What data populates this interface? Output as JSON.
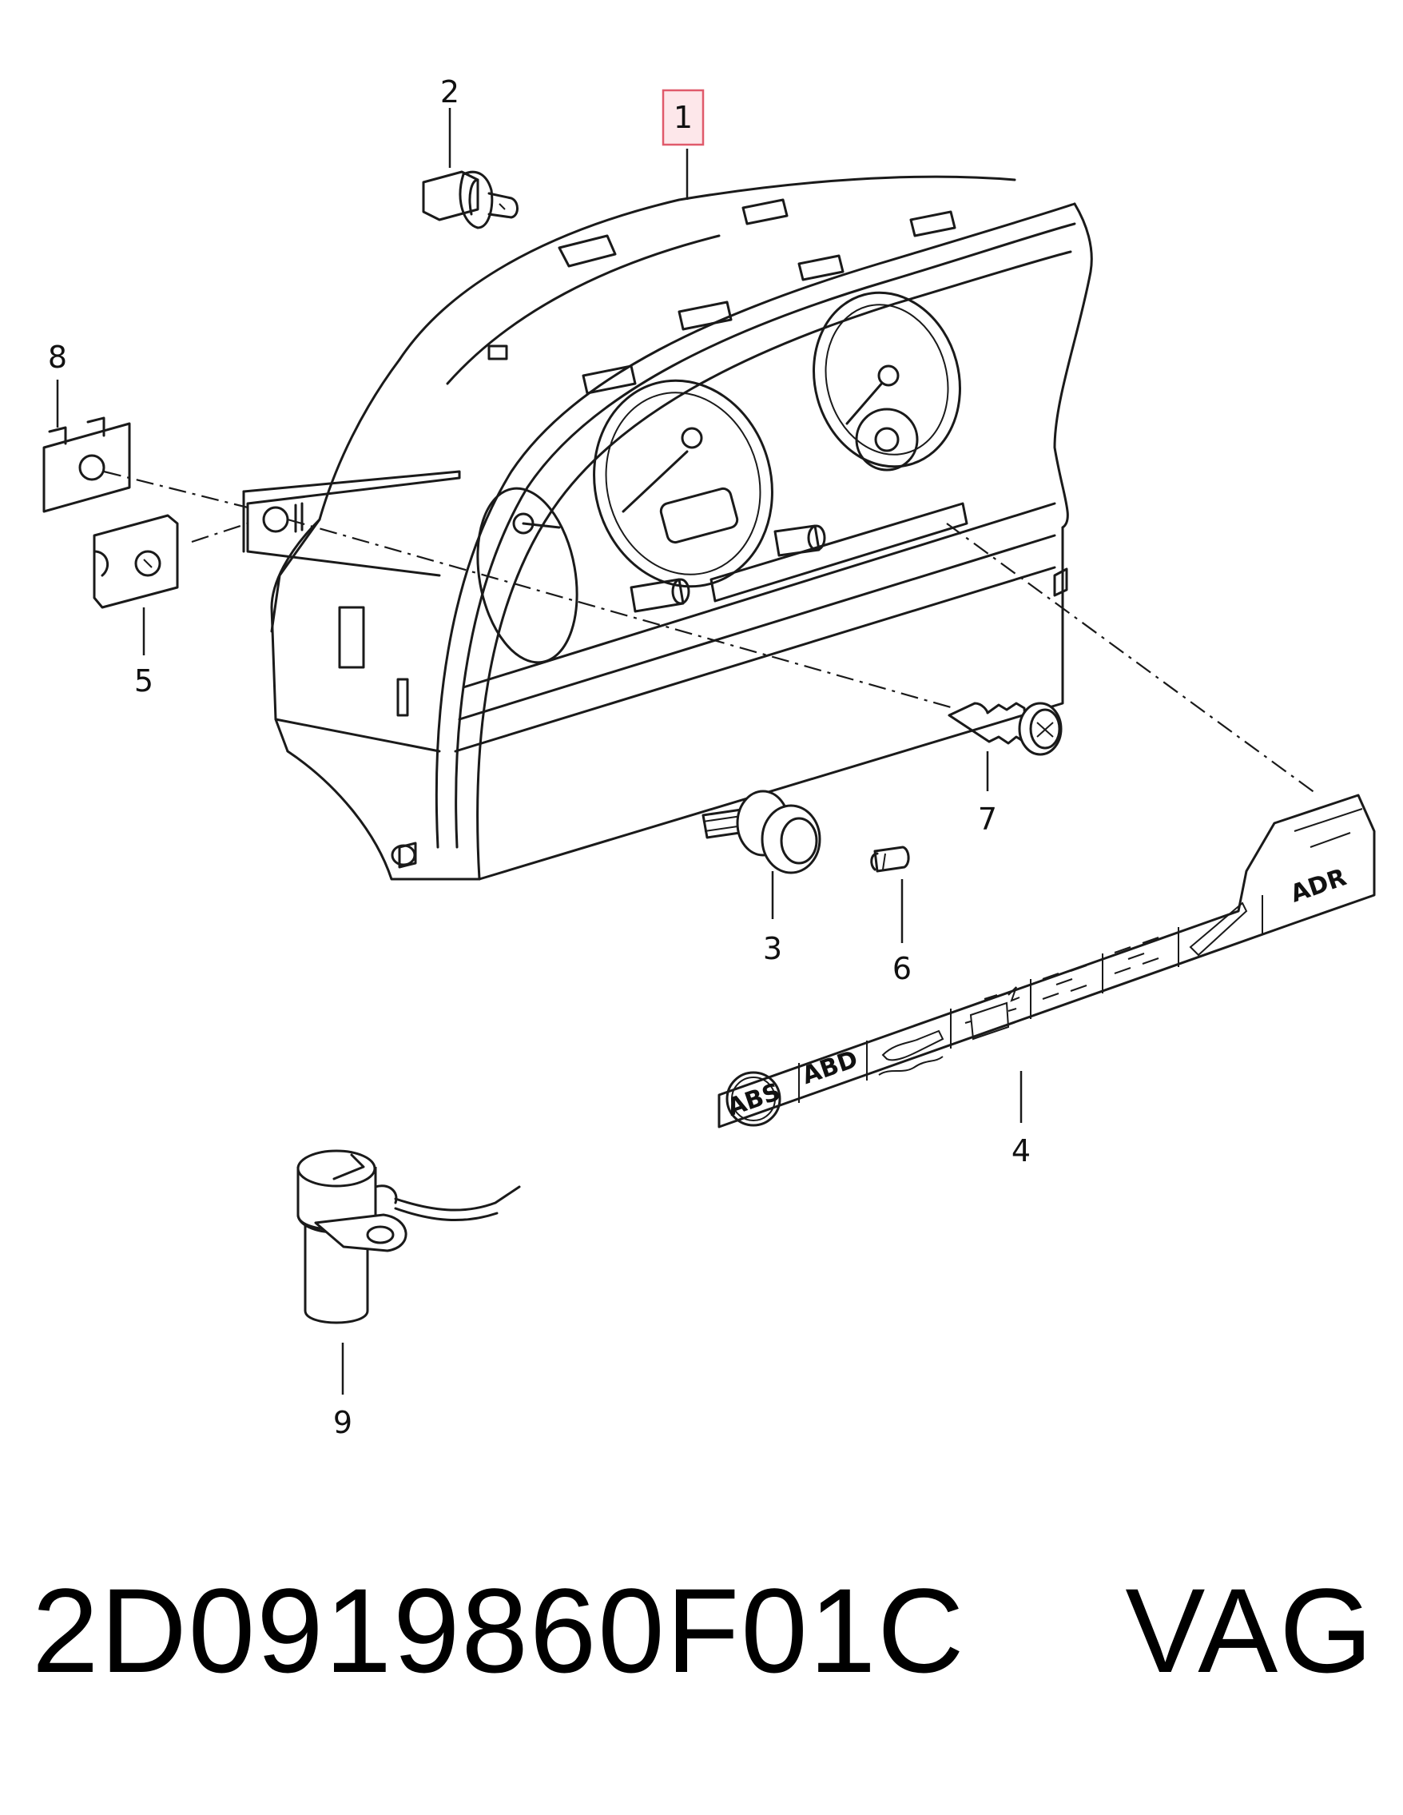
{
  "diagram": {
    "callouts": [
      {
        "id": "1",
        "label": "1",
        "highlighted": true
      },
      {
        "id": "2",
        "label": "2"
      },
      {
        "id": "3",
        "label": "3"
      },
      {
        "id": "4",
        "label": "4"
      },
      {
        "id": "5",
        "label": "5"
      },
      {
        "id": "6",
        "label": "6"
      },
      {
        "id": "7",
        "label": "7"
      },
      {
        "id": "8",
        "label": "8"
      },
      {
        "id": "9",
        "label": "9"
      }
    ],
    "warning_strip": {
      "abs": "ABS",
      "abd": "ABD",
      "adr": "ADR"
    },
    "highlight_color": "#e05a6b"
  },
  "footer": {
    "part_number": "2D0919860F01C",
    "brand": "VAG"
  }
}
